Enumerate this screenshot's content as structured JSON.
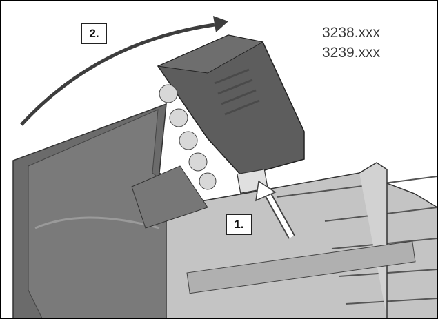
{
  "figure": {
    "step_labels": [
      "2.",
      "1."
    ],
    "part_numbers": [
      "3238.xxx",
      "3239.xxx"
    ],
    "colors": {
      "background": "#ffffff",
      "housing_dark": "#6b6b6b",
      "housing_light": "#b9b9b9",
      "connector": "#5d5d5d",
      "rotation_arrow": "#3d3d3d",
      "push_arrow": "#ffffff"
    }
  }
}
